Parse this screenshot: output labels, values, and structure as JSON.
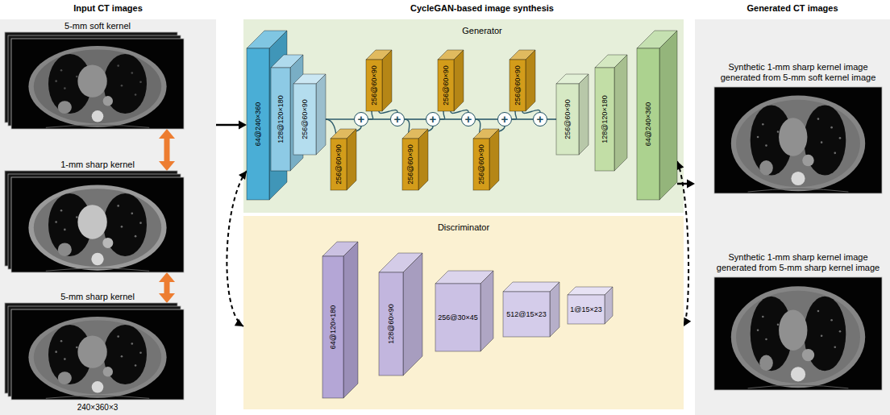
{
  "diagram": {
    "nodes": [
      {
        "text": [
          "Input CT images"
        ]
      },
      {
        "text": [
          "5-mm soft kernel"
        ],
        "in": 0
      },
      {
        "text": [
          "1-mm sharp kernel"
        ],
        "in": 0
      },
      {
        "text": [
          "5-mm sharp kernel"
        ],
        "in": 0
      },
      {
        "text": [
          "Generator"
        ]
      },
      {
        "text": [
          "64@240×360"
        ],
        "in": 4
      },
      {
        "text": [
          "128@120×180"
        ],
        "in": 4
      },
      {
        "text": [
          "256@60×90"
        ],
        "in": 4
      },
      {
        "text": [
          "256@60×90"
        ],
        "in": 4
      },
      {
        "text": [
          "+"
        ],
        "in": 4
      },
      {
        "text": [
          "256@60×90"
        ],
        "in": 4
      },
      {
        "text": [
          "+"
        ],
        "in": 4
      },
      {
        "text": [
          "256@60×90"
        ],
        "in": 4
      },
      {
        "text": [
          "+"
        ],
        "in": 4
      },
      {
        "text": [
          "256@60×90"
        ],
        "in": 4
      },
      {
        "text": [
          "+"
        ],
        "in": 4
      },
      {
        "text": [
          "256@60×90"
        ],
        "in": 4
      },
      {
        "text": [
          "+"
        ],
        "in": 4
      },
      {
        "text": [
          "256@60×90"
        ],
        "in": 4
      },
      {
        "text": [
          "+"
        ],
        "in": 4
      },
      {
        "text": [
          "256@60×90"
        ],
        "in": 4
      },
      {
        "text": [
          "128@120×180"
        ],
        "in": 4
      },
      {
        "text": [
          "64@240×360"
        ],
        "in": 4
      },
      {
        "text": [
          "Discriminator"
        ]
      },
      {
        "text": [
          "64@120×180"
        ],
        "in": 23
      },
      {
        "text": [
          "128@60×90"
        ],
        "in": 23
      },
      {
        "text": [
          "256@30×45"
        ],
        "in": 23
      },
      {
        "text": [
          "512@15×23"
        ],
        "in": 23
      },
      {
        "text": [
          "1@15×23"
        ],
        "in": 23
      },
      {
        "text": [
          "Generated CT images"
        ]
      },
      {
        "text": [
          "Synthetic 1-mm sharp kernel image generated from 5-mm soft kernel image"
        ],
        "in": 29
      },
      {
        "text": [
          "Synthetic 1-mm sharp kernel image generated from 5-mm sharp kernel image"
        ],
        "in": 29
      }
    ],
    "edges": [
      {
        "from": 0,
        "to": 5,
        "arrow": "to"
      },
      {
        "from": 1,
        "to": 2,
        "arrow": "both"
      },
      {
        "from": 2,
        "to": 3,
        "arrow": "both"
      },
      {
        "from": 5,
        "to": 23,
        "arrow": "both"
      },
      {
        "from": 22,
        "to": 29,
        "arrow": "to"
      },
      {
        "from": 22,
        "to": 23,
        "arrow": "both"
      },
      {
        "from": 7,
        "to": 8,
        "arrow": "none"
      },
      {
        "from": 8,
        "to": 9,
        "arrow": "none"
      },
      {
        "from": 7,
        "to": 9,
        "arrow": "none"
      },
      {
        "from": 9,
        "to": 10,
        "arrow": "none"
      },
      {
        "from": 10,
        "to": 11,
        "arrow": "none"
      },
      {
        "from": 9,
        "to": 11,
        "arrow": "none"
      },
      {
        "from": 11,
        "to": 12,
        "arrow": "none"
      },
      {
        "from": 12,
        "to": 13,
        "arrow": "none"
      },
      {
        "from": 11,
        "to": 13,
        "arrow": "none"
      },
      {
        "from": 13,
        "to": 14,
        "arrow": "none"
      },
      {
        "from": 14,
        "to": 15,
        "arrow": "none"
      },
      {
        "from": 13,
        "to": 15,
        "arrow": "none"
      },
      {
        "from": 15,
        "to": 16,
        "arrow": "none"
      },
      {
        "from": 16,
        "to": 17,
        "arrow": "none"
      },
      {
        "from": 15,
        "to": 17,
        "arrow": "none"
      },
      {
        "from": 17,
        "to": 18,
        "arrow": "none"
      },
      {
        "from": 18,
        "to": 19,
        "arrow": "none"
      },
      {
        "from": 17,
        "to": 19,
        "arrow": "none"
      },
      {
        "from": 19,
        "to": 20,
        "arrow": "none"
      }
    ],
    "labels": [
      "CycleGAN-based image synthesis",
      "240×360×3"
    ]
  }
}
